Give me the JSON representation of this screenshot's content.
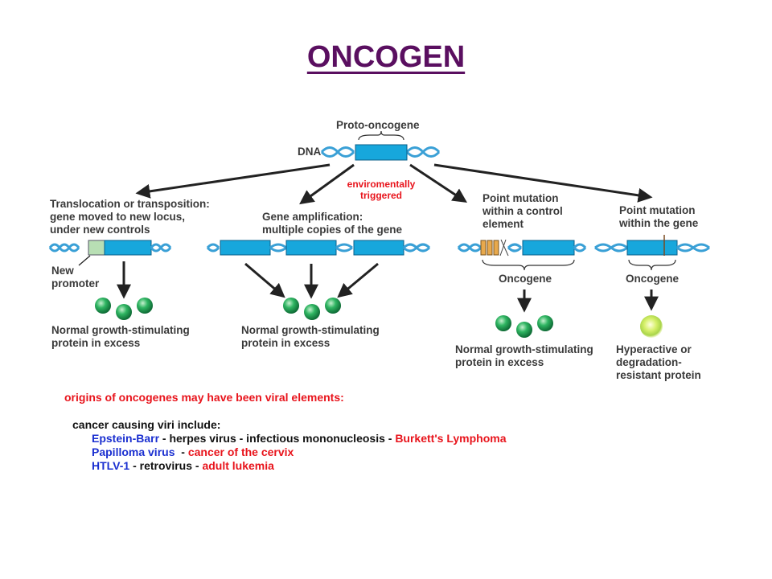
{
  "title": "ONCOGEN",
  "diagram": {
    "proto_label": "Proto-oncogene",
    "dna_label": "DNA",
    "trigger_label": "enviromentally\ntriggered",
    "branches": [
      {
        "heading": "Translocation or transposition:\ngene moved to new locus,\nunder new controls",
        "sublabel": "New\npromoter",
        "result": "Normal growth-stimulating\nprotein in excess"
      },
      {
        "heading": "Gene amplification:\nmultiple copies of the gene",
        "result": "Normal growth-stimulating\nprotein in excess"
      },
      {
        "heading": "Point mutation\nwithin a control\nelement",
        "oncogene": "Oncogene",
        "result": "Normal growth-stimulating\nprotein in excess"
      },
      {
        "heading": "Point mutation\nwithin the gene",
        "oncogene": "Oncogene",
        "result": "Hyperactive or\ndegradation-\nresistant protein"
      }
    ]
  },
  "notes": {
    "origins": "origins of oncogenes may have been viral elements:",
    "intro": "cancer causing viri include:",
    "viruses": [
      {
        "name": "Epstein-Barr",
        "desc": " - herpes virus - infectious mononucleosis - ",
        "disease": "Burkett's Lymphoma"
      },
      {
        "name": "Papilloma virus",
        "desc": "  - ",
        "disease": "cancer of the cervix"
      },
      {
        "name": "HTLV-1",
        "desc": " - retrovirus - ",
        "disease": "adult lukemia"
      }
    ]
  },
  "colors": {
    "title": "#5a0f60",
    "gene": "#17a7dc",
    "dna": "#3aa0d6",
    "protein": "#1f9a52",
    "red": "#e8141c",
    "blue": "#1a2fd0"
  }
}
